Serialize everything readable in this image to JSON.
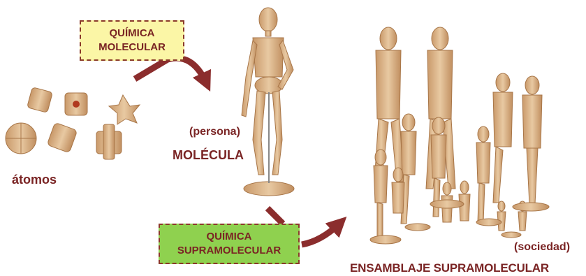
{
  "labels": {
    "atoms": "átomos",
    "person": "(persona)",
    "molecule": "MOLÉCULA",
    "society": "(sociedad)",
    "assembly": "ENSAMBLAJE SUPRAMOLECULAR"
  },
  "box_molecular": {
    "line1": "QUÍMICA",
    "line2": "MOLECULAR",
    "fill": "#fbf6a6"
  },
  "box_supramolecular": {
    "line1": "QUÍMICA",
    "line2": "SUPRAMOLECULAR",
    "fill": "#8fd14f"
  },
  "colors": {
    "text": "#7a2424",
    "arrow": "#8b2d2d",
    "wood": "#d9b48a"
  }
}
